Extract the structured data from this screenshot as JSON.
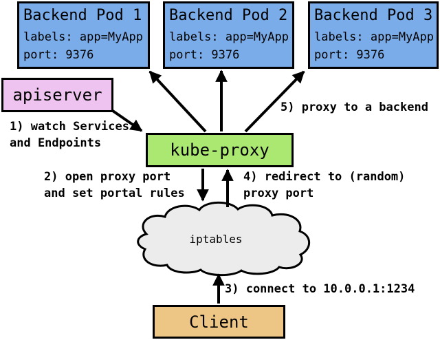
{
  "colors": {
    "pod_fill": "#79ACE8",
    "apiserver_fill": "#EFC3F0",
    "kube_proxy_fill": "#AAE872",
    "client_fill": "#EDC585",
    "cloud_fill": "#ECECEC",
    "border": "#000000"
  },
  "pods": [
    {
      "title": "Backend Pod 1",
      "labels": "labels: app=MyApp",
      "port": "port: 9376"
    },
    {
      "title": "Backend Pod 2",
      "labels": "labels: app=MyApp",
      "port": "port: 9376"
    },
    {
      "title": "Backend Pod 3",
      "labels": "labels: app=MyApp",
      "port": "port: 9376"
    }
  ],
  "nodes": {
    "apiserver": "apiserver",
    "kube_proxy": "kube-proxy",
    "iptables": "iptables",
    "client": "Client"
  },
  "annotations": {
    "step1_line1": "1) watch Services",
    "step1_line2": "and Endpoints",
    "step2_line1": "2) open proxy port",
    "step2_line2": "and set portal rules",
    "step3": "3) connect to 10.0.0.1:1234",
    "step4_line1": "4) redirect to (random)",
    "step4_line2": "proxy port",
    "step5": "5) proxy to a backend"
  }
}
